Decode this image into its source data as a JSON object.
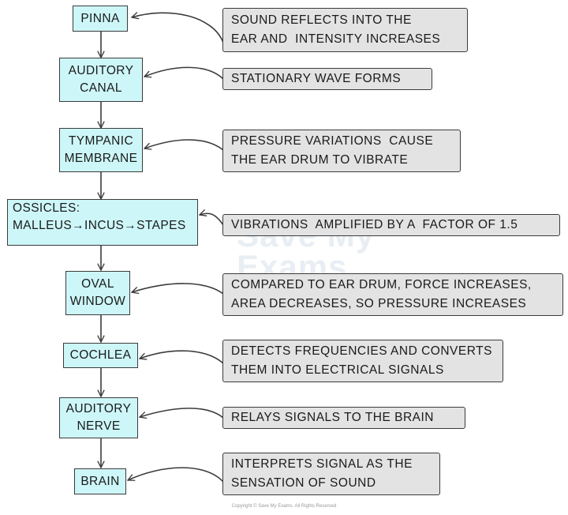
{
  "stages": [
    {
      "lines": [
        "PINNA"
      ]
    },
    {
      "lines": [
        "AUDITORY",
        "CANAL"
      ]
    },
    {
      "lines": [
        "TYMPANIC",
        "MEMBRANE"
      ]
    },
    {
      "lines": [
        "OSSICLES:",
        "MALLEUS→INCUS→STAPES"
      ]
    },
    {
      "lines": [
        "OVAL",
        "WINDOW"
      ]
    },
    {
      "lines": [
        "COCHLEA"
      ]
    },
    {
      "lines": [
        "AUDITORY",
        "NERVE"
      ]
    },
    {
      "lines": [
        "BRAIN"
      ]
    }
  ],
  "notes": [
    {
      "lines": [
        "SOUND REFLECTS INTO THE",
        "EAR AND  INTENSITY INCREASES"
      ]
    },
    {
      "lines": [
        "STATIONARY WAVE FORMS"
      ]
    },
    {
      "lines": [
        "PRESSURE VARIATIONS  CAUSE",
        "THE EAR DRUM TO VIBRATE"
      ]
    },
    {
      "lines": [
        "VIBRATIONS  AMPLIFIED BY A  FACTOR OF 1.5"
      ]
    },
    {
      "lines": [
        "COMPARED TO EAR DRUM, FORCE INCREASES,",
        "AREA DECREASES, SO PRESSURE INCREASES"
      ]
    },
    {
      "lines": [
        "DETECTS FREQUENCIES AND CONVERTS",
        "THEM INTO ELECTRICAL SIGNALS"
      ]
    },
    {
      "lines": [
        "RELAYS SIGNALS TO THE BRAIN"
      ]
    },
    {
      "lines": [
        "INTERPRETS SIGNAL AS THE",
        "SENSATION OF SOUND"
      ]
    }
  ],
  "watermark": {
    "lines": [
      "Save My",
      "Exams"
    ]
  },
  "copyright": "Copyright © Save My Exams. All Rights Reserved"
}
